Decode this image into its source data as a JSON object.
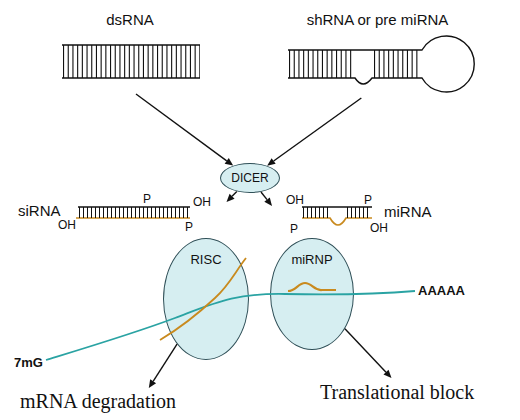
{
  "diagram": {
    "nodes": [
      {
        "text": [
          "dsRNA"
        ]
      },
      {
        "text": [
          "shRNA or pre miRNA"
        ]
      },
      {
        "text": [
          "DICER"
        ]
      },
      {
        "text": [
          "siRNA"
        ]
      },
      {
        "text": [
          "miRNA"
        ]
      },
      {
        "text": [
          "RISC"
        ]
      },
      {
        "text": [
          "miRNP"
        ]
      },
      {
        "text": [
          "mRNA degradation"
        ]
      },
      {
        "text": [
          "Translational block"
        ]
      }
    ],
    "edges": [
      {
        "from": 0,
        "to": 2,
        "arrow": "to"
      },
      {
        "from": 1,
        "to": 2,
        "arrow": "to"
      },
      {
        "from": 2,
        "to": 3,
        "arrow": "to"
      },
      {
        "from": 2,
        "to": 4,
        "arrow": "to"
      },
      {
        "from": 5,
        "to": 7,
        "arrow": "to"
      },
      {
        "from": 6,
        "to": 8,
        "arrow": "to"
      }
    ],
    "labels": [
      "P",
      "OH",
      "OH",
      "P",
      "OH",
      "P",
      "P",
      "OH",
      "7mG",
      "AAAAA"
    ]
  }
}
